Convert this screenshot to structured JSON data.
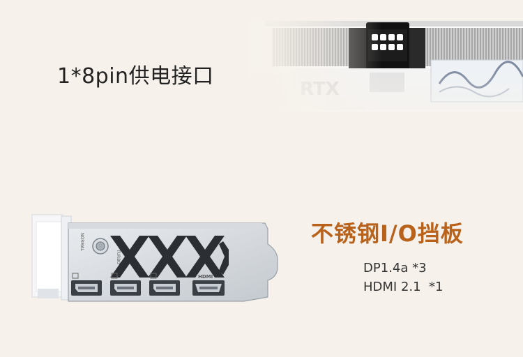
{
  "power": {
    "label": "1*8pin供电接口"
  },
  "card_top": {
    "brand_text": "RTX"
  },
  "io": {
    "title": "不锈钢I/O挡板",
    "dp_spec": "DP1.4a *3",
    "hdmi_spec": "HDMI 2.1  *1",
    "port_hdmi_label": "HDMI",
    "switch_label": "TURBO",
    "switch_label_2": "NORMAL"
  },
  "colors": {
    "background": "#f6f1ea",
    "accent": "#b8621c",
    "text": "#222222"
  }
}
